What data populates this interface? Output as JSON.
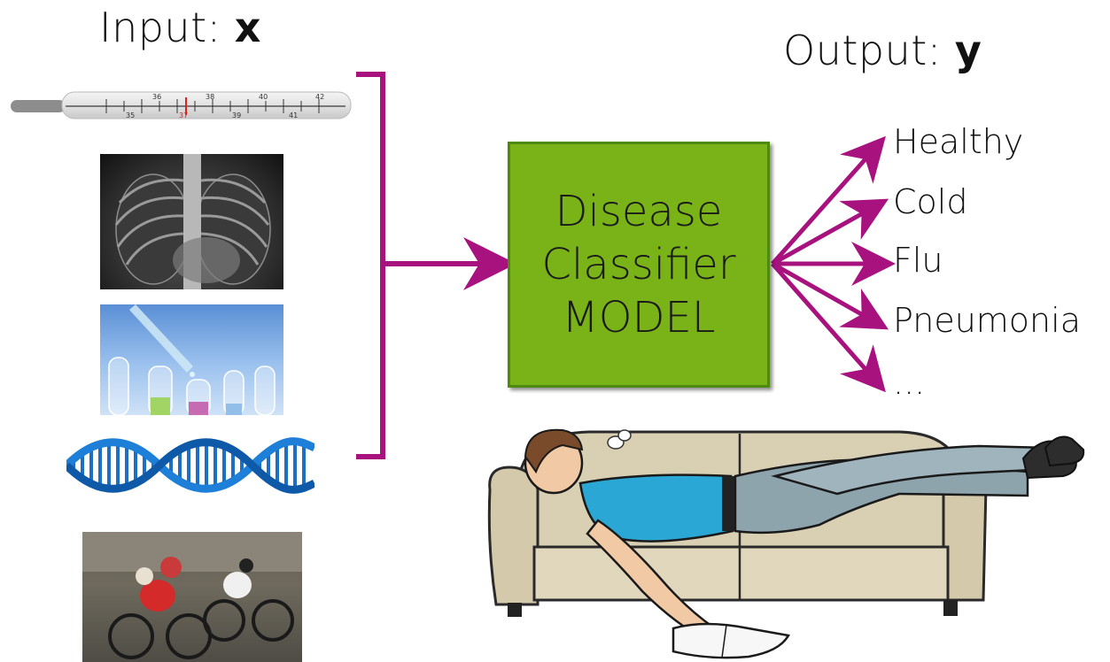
{
  "input": {
    "label": "Input:",
    "var": "x"
  },
  "output": {
    "label": "Output:",
    "var": "y"
  },
  "model": {
    "line1": "Disease",
    "line2": "Classifier",
    "line3": "MODEL"
  },
  "outputs": [
    "Healthy",
    "Cold",
    "Flu",
    "Pneumonia",
    "..."
  ],
  "thermometer": {
    "ticks_top": [
      "36",
      "38",
      "40",
      "42"
    ],
    "ticks_bottom": [
      "35",
      "37",
      "39",
      "41"
    ]
  },
  "colors": {
    "arrow": "#a8127f",
    "model_fill": "#7ab317",
    "model_border": "#4f8a10"
  },
  "icons": {
    "thermometer": "thermometer-icon",
    "xray": "chest-xray-image",
    "lab": "test-tubes-image",
    "dna": "dna-helix-image",
    "cyclists": "cyclists-image",
    "patient": "sick-man-on-couch-illustration"
  }
}
